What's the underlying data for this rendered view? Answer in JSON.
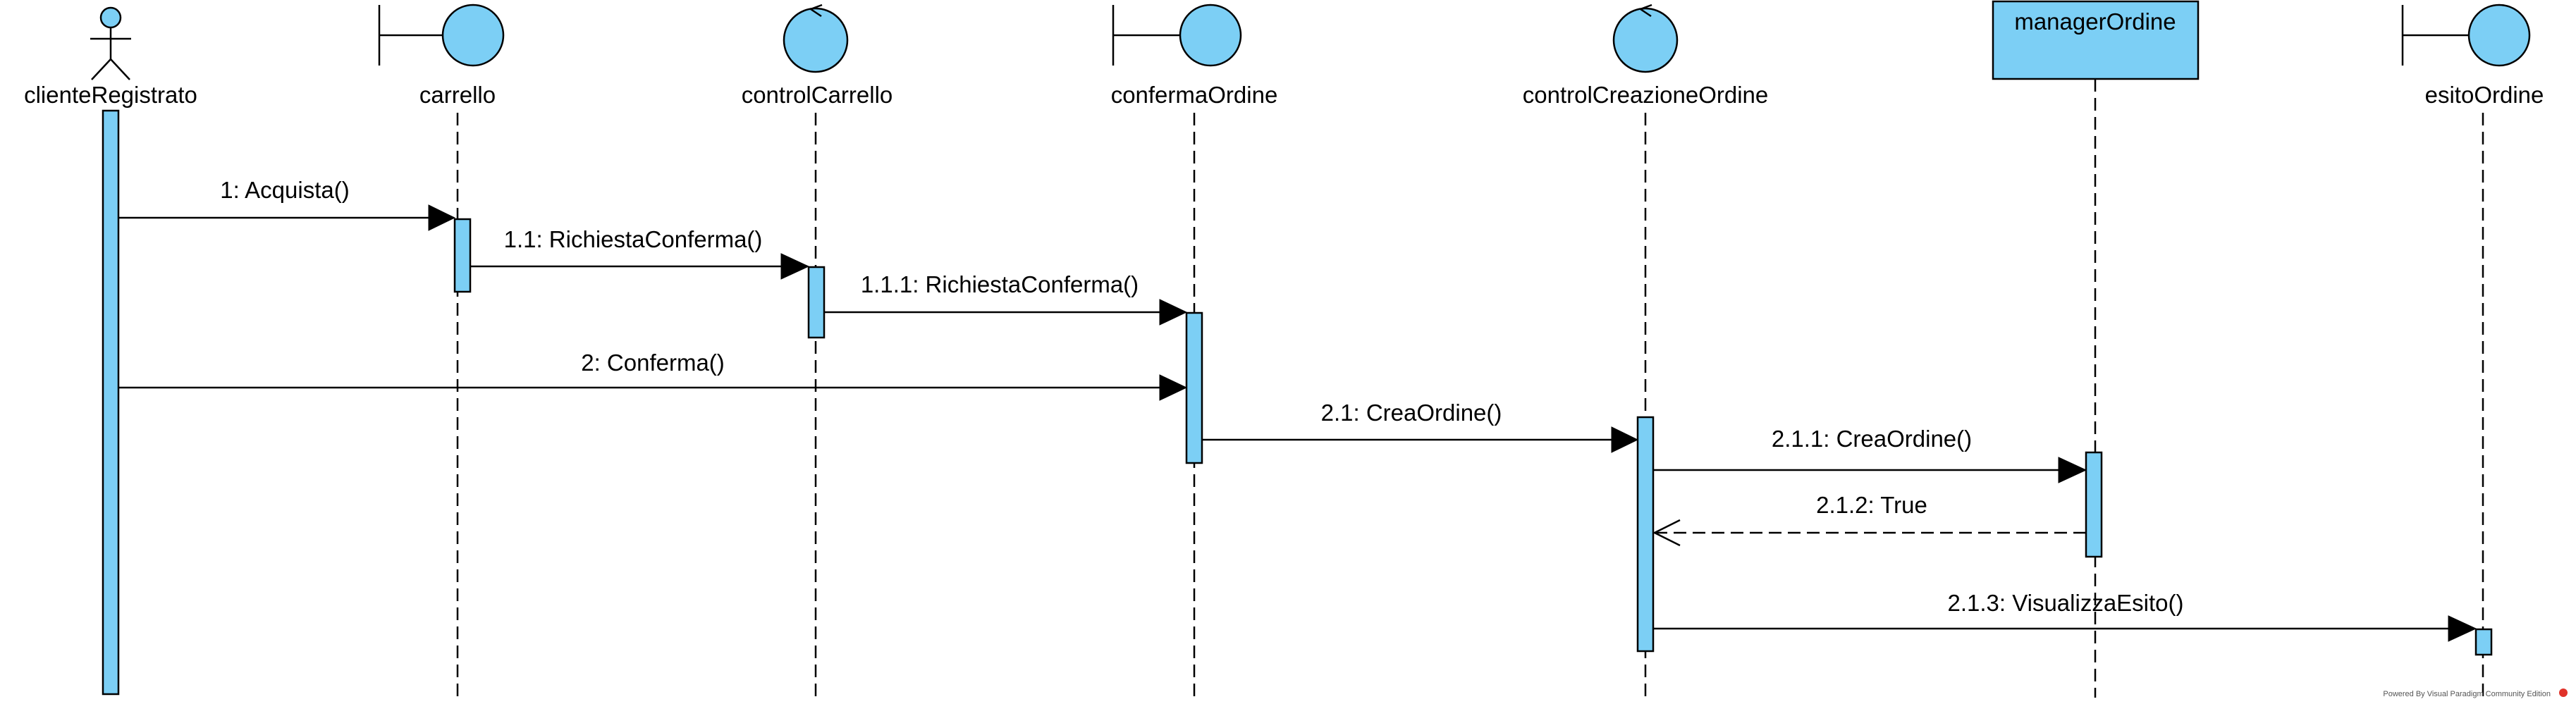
{
  "diagram": {
    "participants": [
      {
        "id": "p0",
        "type": "actor",
        "name": "clienteRegistrato"
      },
      {
        "id": "p1",
        "type": "boundary",
        "name": "carrello"
      },
      {
        "id": "p2",
        "type": "control",
        "name": "controlCarrello"
      },
      {
        "id": "p3",
        "type": "boundary",
        "name": "confermaOrdine"
      },
      {
        "id": "p4",
        "type": "control",
        "name": "controlCreazioneOrdine"
      },
      {
        "id": "p5",
        "type": "entity-box",
        "name": "managerOrdine"
      },
      {
        "id": "p6",
        "type": "boundary",
        "name": "esitoOrdine"
      }
    ],
    "messages": [
      {
        "label": "1: Acquista()",
        "from": "p0",
        "to": "p1",
        "kind": "sync"
      },
      {
        "label": "1.1: RichiestaConferma()",
        "from": "p1",
        "to": "p2",
        "kind": "sync"
      },
      {
        "label": "1.1.1: RichiestaConferma()",
        "from": "p2",
        "to": "p3",
        "kind": "sync"
      },
      {
        "label": "2: Conferma()",
        "from": "p0",
        "to": "p3",
        "kind": "sync"
      },
      {
        "label": "2.1: CreaOrdine()",
        "from": "p3",
        "to": "p4",
        "kind": "sync"
      },
      {
        "label": "2.1.1: CreaOrdine()",
        "from": "p4",
        "to": "p5",
        "kind": "sync"
      },
      {
        "label": "2.1.2: True",
        "from": "p5",
        "to": "p4",
        "kind": "return"
      },
      {
        "label": "2.1.3: VisualizzaEsito()",
        "from": "p4",
        "to": "p6",
        "kind": "sync"
      }
    ],
    "footer": "Powered By  Visual Paradigm Community Edition"
  },
  "colors": {
    "fill": "#7ccff5",
    "stroke": "#000000",
    "logo": "#e0322a"
  }
}
